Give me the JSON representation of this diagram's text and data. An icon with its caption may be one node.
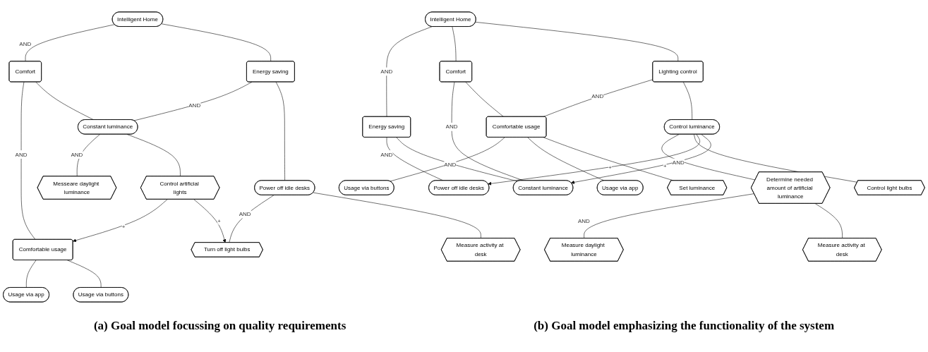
{
  "diagram": {
    "nodes": [
      {
        "text": [
          "Intelligent Home"
        ]
      },
      {
        "text": [
          "Comfort"
        ]
      },
      {
        "text": [
          "Energy saving"
        ]
      },
      {
        "text": [
          "Comfortable usage"
        ]
      },
      {
        "text": [
          "Constant luminance"
        ]
      },
      {
        "text": [
          "Power off idle desks"
        ]
      },
      {
        "text": [
          "Usage via app"
        ]
      },
      {
        "text": [
          "Usage via buttons"
        ]
      },
      {
        "text": [
          "Messeare daylight luminance"
        ]
      },
      {
        "text": [
          "Control artificial lights"
        ]
      },
      {
        "text": [
          "Turn off light bulbs"
        ]
      },
      {
        "text": [
          "Measure activity at desk"
        ]
      },
      {
        "text": [
          "Intelligent Home"
        ]
      },
      {
        "text": [
          "Energy saving"
        ]
      },
      {
        "text": [
          "Comfort"
        ]
      },
      {
        "text": [
          "Lighting control"
        ]
      },
      {
        "text": [
          "Power off idle desks"
        ]
      },
      {
        "text": [
          "Constant luminance"
        ]
      },
      {
        "text": [
          "Comfortable usage"
        ]
      },
      {
        "text": [
          "Control luminance"
        ]
      },
      {
        "text": [
          "Usage via buttons"
        ]
      },
      {
        "text": [
          "Usage via app"
        ]
      },
      {
        "text": [
          "Set luminance"
        ]
      },
      {
        "text": [
          "Determine needed amount of artificial luminance"
        ]
      },
      {
        "text": [
          "Control light bulbs"
        ]
      },
      {
        "text": [
          "Measure daylight luminance"
        ]
      },
      {
        "text": [
          "Measure activity at desk"
        ]
      }
    ],
    "edges": [
      {
        "from": 0,
        "to": 1,
        "arrow": "none",
        "label": "AND"
      },
      {
        "from": 0,
        "to": 2,
        "arrow": "none"
      },
      {
        "from": 1,
        "to": 3,
        "arrow": "none",
        "label": "AND"
      },
      {
        "from": 1,
        "to": 4,
        "arrow": "none"
      },
      {
        "from": 2,
        "to": 4,
        "arrow": "none",
        "label": "AND"
      },
      {
        "from": 2,
        "to": 5,
        "arrow": "none"
      },
      {
        "from": 3,
        "to": 6,
        "arrow": "none"
      },
      {
        "from": 3,
        "to": 7,
        "arrow": "none"
      },
      {
        "from": 4,
        "to": 8,
        "arrow": "none",
        "label": "AND"
      },
      {
        "from": 4,
        "to": 9,
        "arrow": "none"
      },
      {
        "from": 5,
        "to": 10,
        "arrow": "none",
        "label": "AND"
      },
      {
        "from": 5,
        "to": 11,
        "arrow": "none"
      },
      {
        "from": 9,
        "to": 3,
        "arrow": "to",
        "label": "+"
      },
      {
        "from": 9,
        "to": 10,
        "arrow": "to",
        "label": "+"
      },
      {
        "from": 12,
        "to": 13,
        "arrow": "none",
        "label": "AND"
      },
      {
        "from": 12,
        "to": 14,
        "arrow": "none"
      },
      {
        "from": 12,
        "to": 15,
        "arrow": "none"
      },
      {
        "from": 13,
        "to": 16,
        "arrow": "none",
        "label": "AND"
      },
      {
        "from": 13,
        "to": 17,
        "arrow": "none"
      },
      {
        "from": 14,
        "to": 17,
        "arrow": "none",
        "label": "AND"
      },
      {
        "from": 14,
        "to": 18,
        "arrow": "none"
      },
      {
        "from": 15,
        "to": 18,
        "arrow": "none",
        "label": "AND"
      },
      {
        "from": 15,
        "to": 19,
        "arrow": "none"
      },
      {
        "from": 18,
        "to": 20,
        "arrow": "none",
        "label": "AND"
      },
      {
        "from": 18,
        "to": 21,
        "arrow": "none"
      },
      {
        "from": 18,
        "to": 22,
        "arrow": "none"
      },
      {
        "from": 19,
        "to": 23,
        "arrow": "none",
        "label": "AND"
      },
      {
        "from": 19,
        "to": 24,
        "arrow": "none"
      },
      {
        "from": 23,
        "to": 25,
        "arrow": "none",
        "label": "AND"
      },
      {
        "from": 23,
        "to": 26,
        "arrow": "none"
      },
      {
        "from": 19,
        "to": 16,
        "arrow": "to",
        "label": "+"
      },
      {
        "from": 19,
        "to": 17,
        "arrow": "to",
        "label": "+"
      }
    ],
    "labels": [
      "(a) Goal model focussing on quality requirements",
      "(b) Goal model emphasizing the functionality of the system"
    ]
  }
}
